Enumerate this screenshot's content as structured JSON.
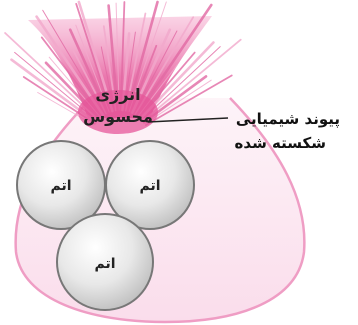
{
  "diagram": {
    "energy_label": {
      "line1": "انرژی",
      "line2": "محسوس"
    },
    "bond_label": {
      "line1": "پیوند شیمیایی",
      "line2": "شکسته شده"
    },
    "atoms": [
      {
        "label": "اتم"
      },
      {
        "label": "اتم"
      },
      {
        "label": "اتم"
      }
    ],
    "colors": {
      "burst": "#e8579a",
      "outline": "#ee9cc4",
      "atom_fill": "#e6e6e6",
      "atom_stroke": "#777777"
    }
  }
}
